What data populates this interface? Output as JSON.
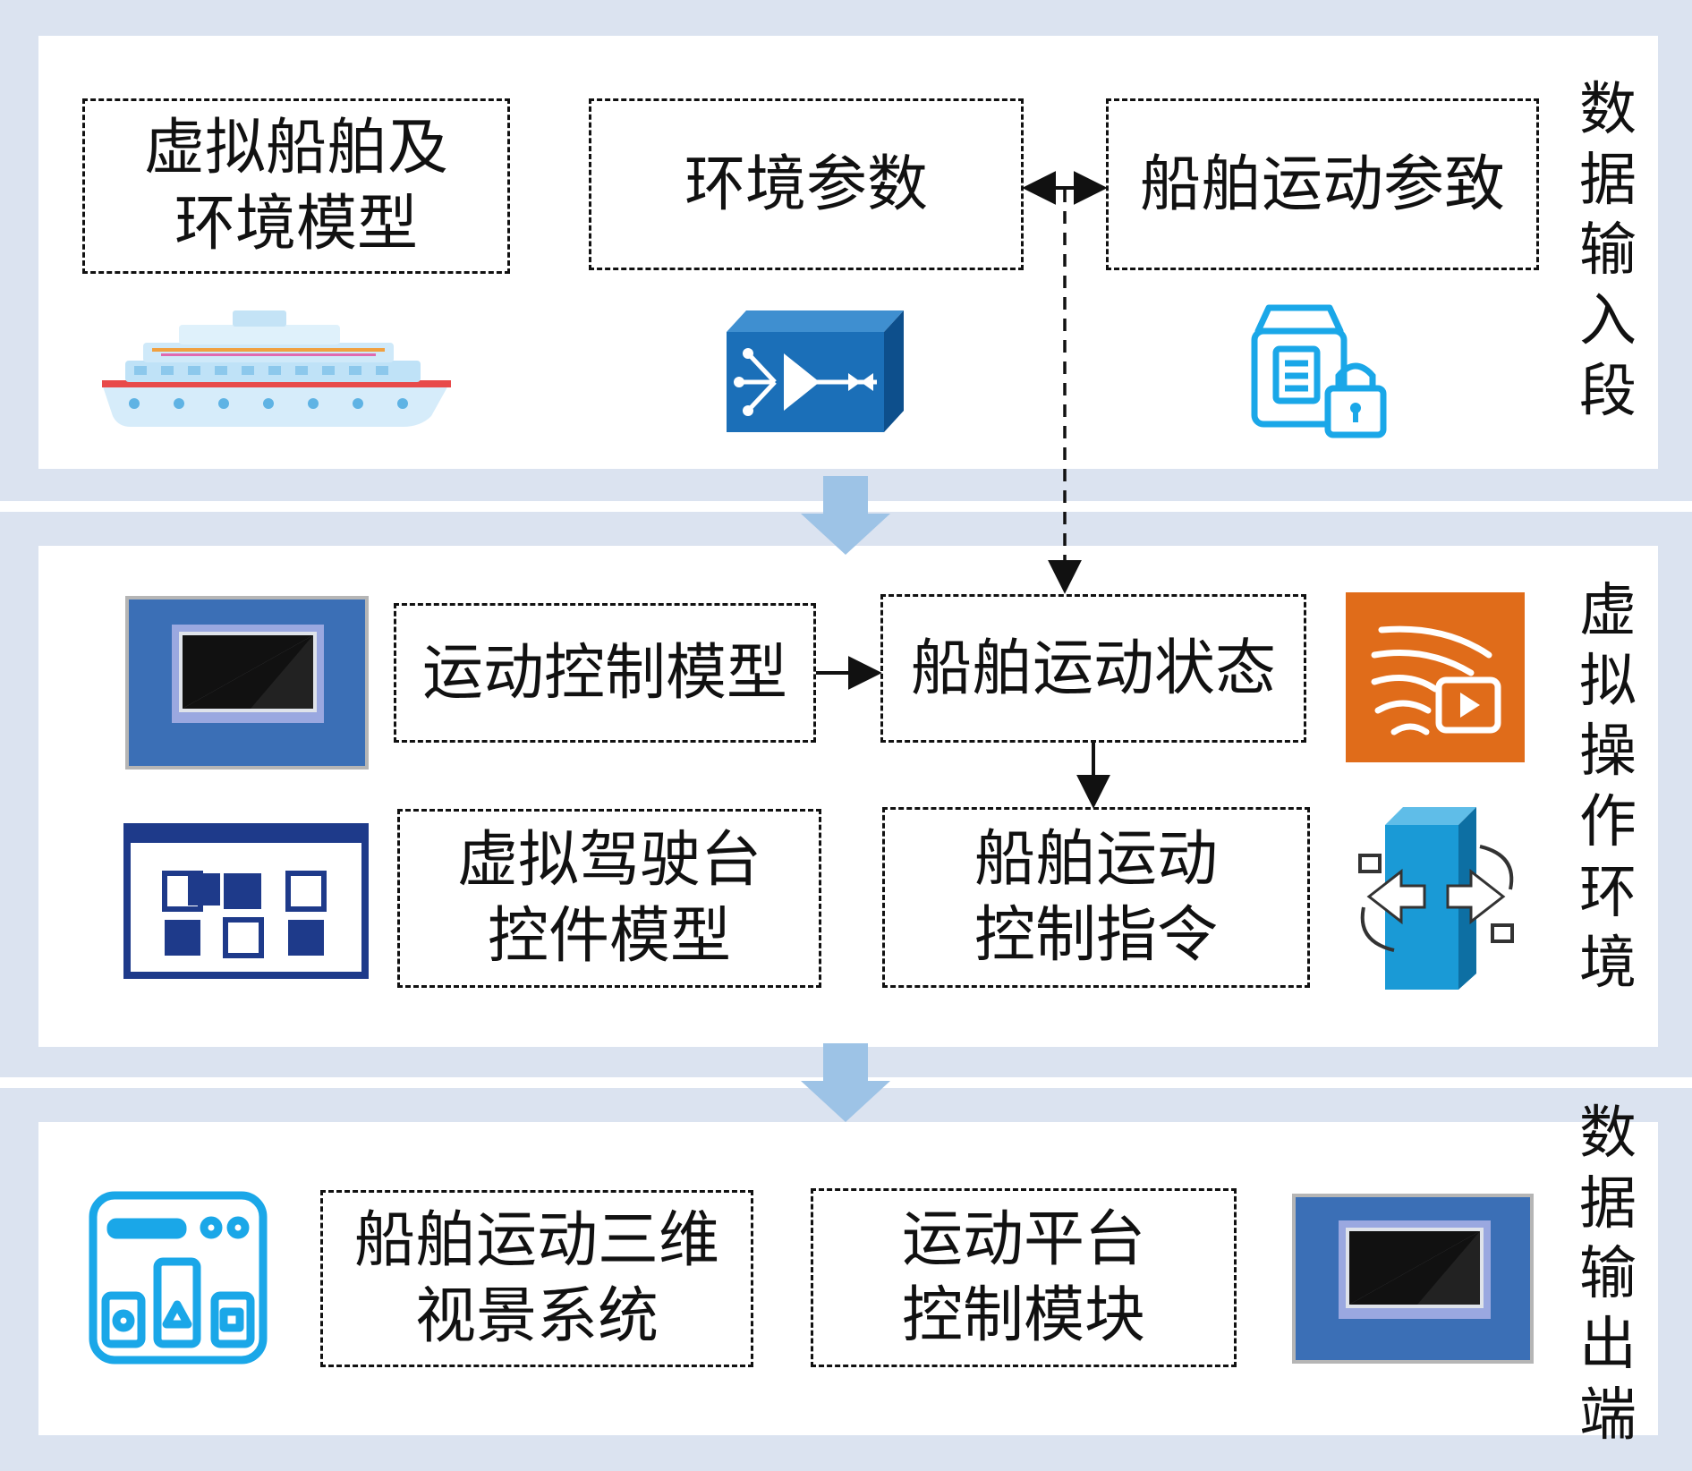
{
  "stages": [
    {
      "label_chars": [
        "数",
        "据",
        "输",
        "入",
        "段"
      ],
      "boxes": [
        {
          "id": "virtual-ship-env-model",
          "lines": [
            "虚拟船舶及",
            "环境模型"
          ]
        },
        {
          "id": "env-params",
          "lines": [
            "环境参数"
          ]
        },
        {
          "id": "ship-motion-params",
          "lines": [
            "船舶运动参致"
          ]
        }
      ]
    },
    {
      "label_chars": [
        "虚",
        "拟",
        "操",
        "作",
        "环",
        "境"
      ],
      "boxes": [
        {
          "id": "motion-control-model",
          "lines": [
            "运动控制模型"
          ]
        },
        {
          "id": "ship-motion-state",
          "lines": [
            "船舶运动状态"
          ]
        },
        {
          "id": "virtual-bridge-control-model",
          "lines": [
            "虚拟驾驶台",
            "控件模型"
          ]
        },
        {
          "id": "ship-motion-control-command",
          "lines": [
            "船舶运动",
            "控制指令"
          ]
        }
      ]
    },
    {
      "label_chars": [
        "数",
        "据",
        "输",
        "出",
        "端"
      ],
      "boxes": [
        {
          "id": "ship-3d-visual-system",
          "lines": [
            "船舶运动三维",
            "视景系统"
          ]
        },
        {
          "id": "motion-platform-control-module",
          "lines": [
            "运动平台",
            "控制模块"
          ]
        }
      ]
    }
  ],
  "icons": {
    "stage1": [
      "cruise-ship-icon",
      "signal-processor-icon",
      "secure-document-icon"
    ],
    "stage2": [
      "monitor-icon",
      "video-stream-icon",
      "grid-window-icon",
      "rotation-exchange-icon"
    ],
    "stage3": [
      "dashboard-icon",
      "monitor-icon"
    ]
  },
  "colors": {
    "band": "#dbe3f0",
    "flow_arrow": "#9dc3e6",
    "cyan_icon": "#1aa7e8",
    "blue_icon": "#2b6cb0",
    "orange_icon": "#e06c1a",
    "navy_icon": "#1e3a8a"
  }
}
